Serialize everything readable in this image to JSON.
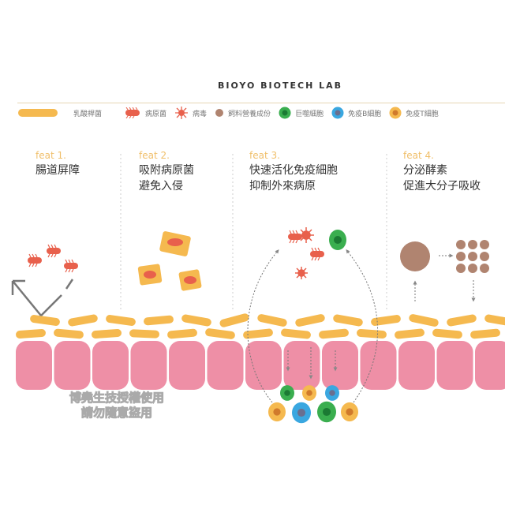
{
  "header": {
    "title": "BIOYO BIOTECH LAB"
  },
  "legend": [
    {
      "icon": "lactobacillus-icon",
      "label": "乳酸桿菌"
    },
    {
      "icon": "pathogen-icon",
      "label": "病原菌"
    },
    {
      "icon": "virus-icon",
      "label": "病毒"
    },
    {
      "icon": "nutrient-icon",
      "label": "飼料營養成份"
    },
    {
      "icon": "macrophage-icon",
      "label": "巨噬細胞"
    },
    {
      "icon": "b-cell-icon",
      "label": "免疫B細胞"
    },
    {
      "icon": "t-cell-icon",
      "label": "免疫T細胞"
    }
  ],
  "features": [
    {
      "label": "feat 1.",
      "lines": [
        "腸道屏障"
      ]
    },
    {
      "label": "feat 2.",
      "lines": [
        "吸附病原菌",
        "避免入侵"
      ]
    },
    {
      "label": "feat 3.",
      "lines": [
        "快速活化免疫細胞",
        "抑制外來病原"
      ]
    },
    {
      "label": "feat 4.",
      "lines": [
        "分泌酵素",
        "促進大分子吸收"
      ]
    }
  ],
  "watermark": {
    "line1": "博堯生技授權使用",
    "line2": "請勿隨意盜用"
  },
  "colors": {
    "lacto": "#f5b94f",
    "pathogen": "#e8604c",
    "pink": "#ee8fa6",
    "nutrient": "#b08470",
    "green": "#3aae4f",
    "blue": "#3aa7e0",
    "orange": "#f5b94f",
    "arrow": "#888888"
  }
}
